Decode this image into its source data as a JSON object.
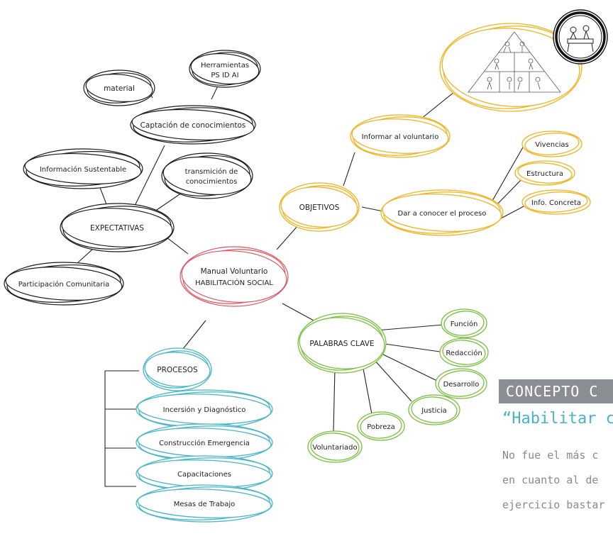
{
  "center": {
    "line1": "Manual Voluntario",
    "line2": "HABILITACIÓN SOCIAL"
  },
  "expectativas": {
    "label": "EXPECTATIVAS",
    "material": "material",
    "herramientas": {
      "line1": "Herramientas",
      "line2": "PS ID AI"
    },
    "captacion": "Captación de conocimientos",
    "informacion": "Información Sustentable",
    "transmision": {
      "line1": "transmición de",
      "line2": "conocimientos"
    },
    "participacion": "Participación Comunitaria"
  },
  "objetivos": {
    "label": "OBJETIVOS",
    "informar": "Informar al voluntario",
    "dar_a_conocer": "Dar a conocer el proceso",
    "vivencias": "Vivencias",
    "estructura": "Estructura",
    "info_concreta": "Info. Concreta"
  },
  "palabras": {
    "label": "PALABRAS CLAVE",
    "funcion": "Función",
    "redaccion": "Redacción",
    "desarrollo": "Desarrollo",
    "justicia": "Justicia",
    "pobreza": "Pobreza",
    "voluntariado": "Voluntariado"
  },
  "procesos": {
    "label": "PROCESOS",
    "items": [
      "Incersión y Diagnóstico",
      "Construcción Emergencia",
      "Capacitaciones",
      "Mesas de Trabajo"
    ]
  },
  "side_text": {
    "heading": "CONCEPTO C",
    "quote": "“Habilitar c",
    "body": [
      "No fue el más c",
      "en cuanto al de",
      "ejercicio bastar"
    ]
  },
  "colors": {
    "black_nodes": "#1a1a1a",
    "center_ring": "#e05260",
    "objetivos": "#f2b21d",
    "palabras": "#78c03c",
    "procesos": "#45b6c9",
    "banner": "#8a8d92",
    "quote": "#45b6c9",
    "body_text": "#8a8a8a"
  }
}
